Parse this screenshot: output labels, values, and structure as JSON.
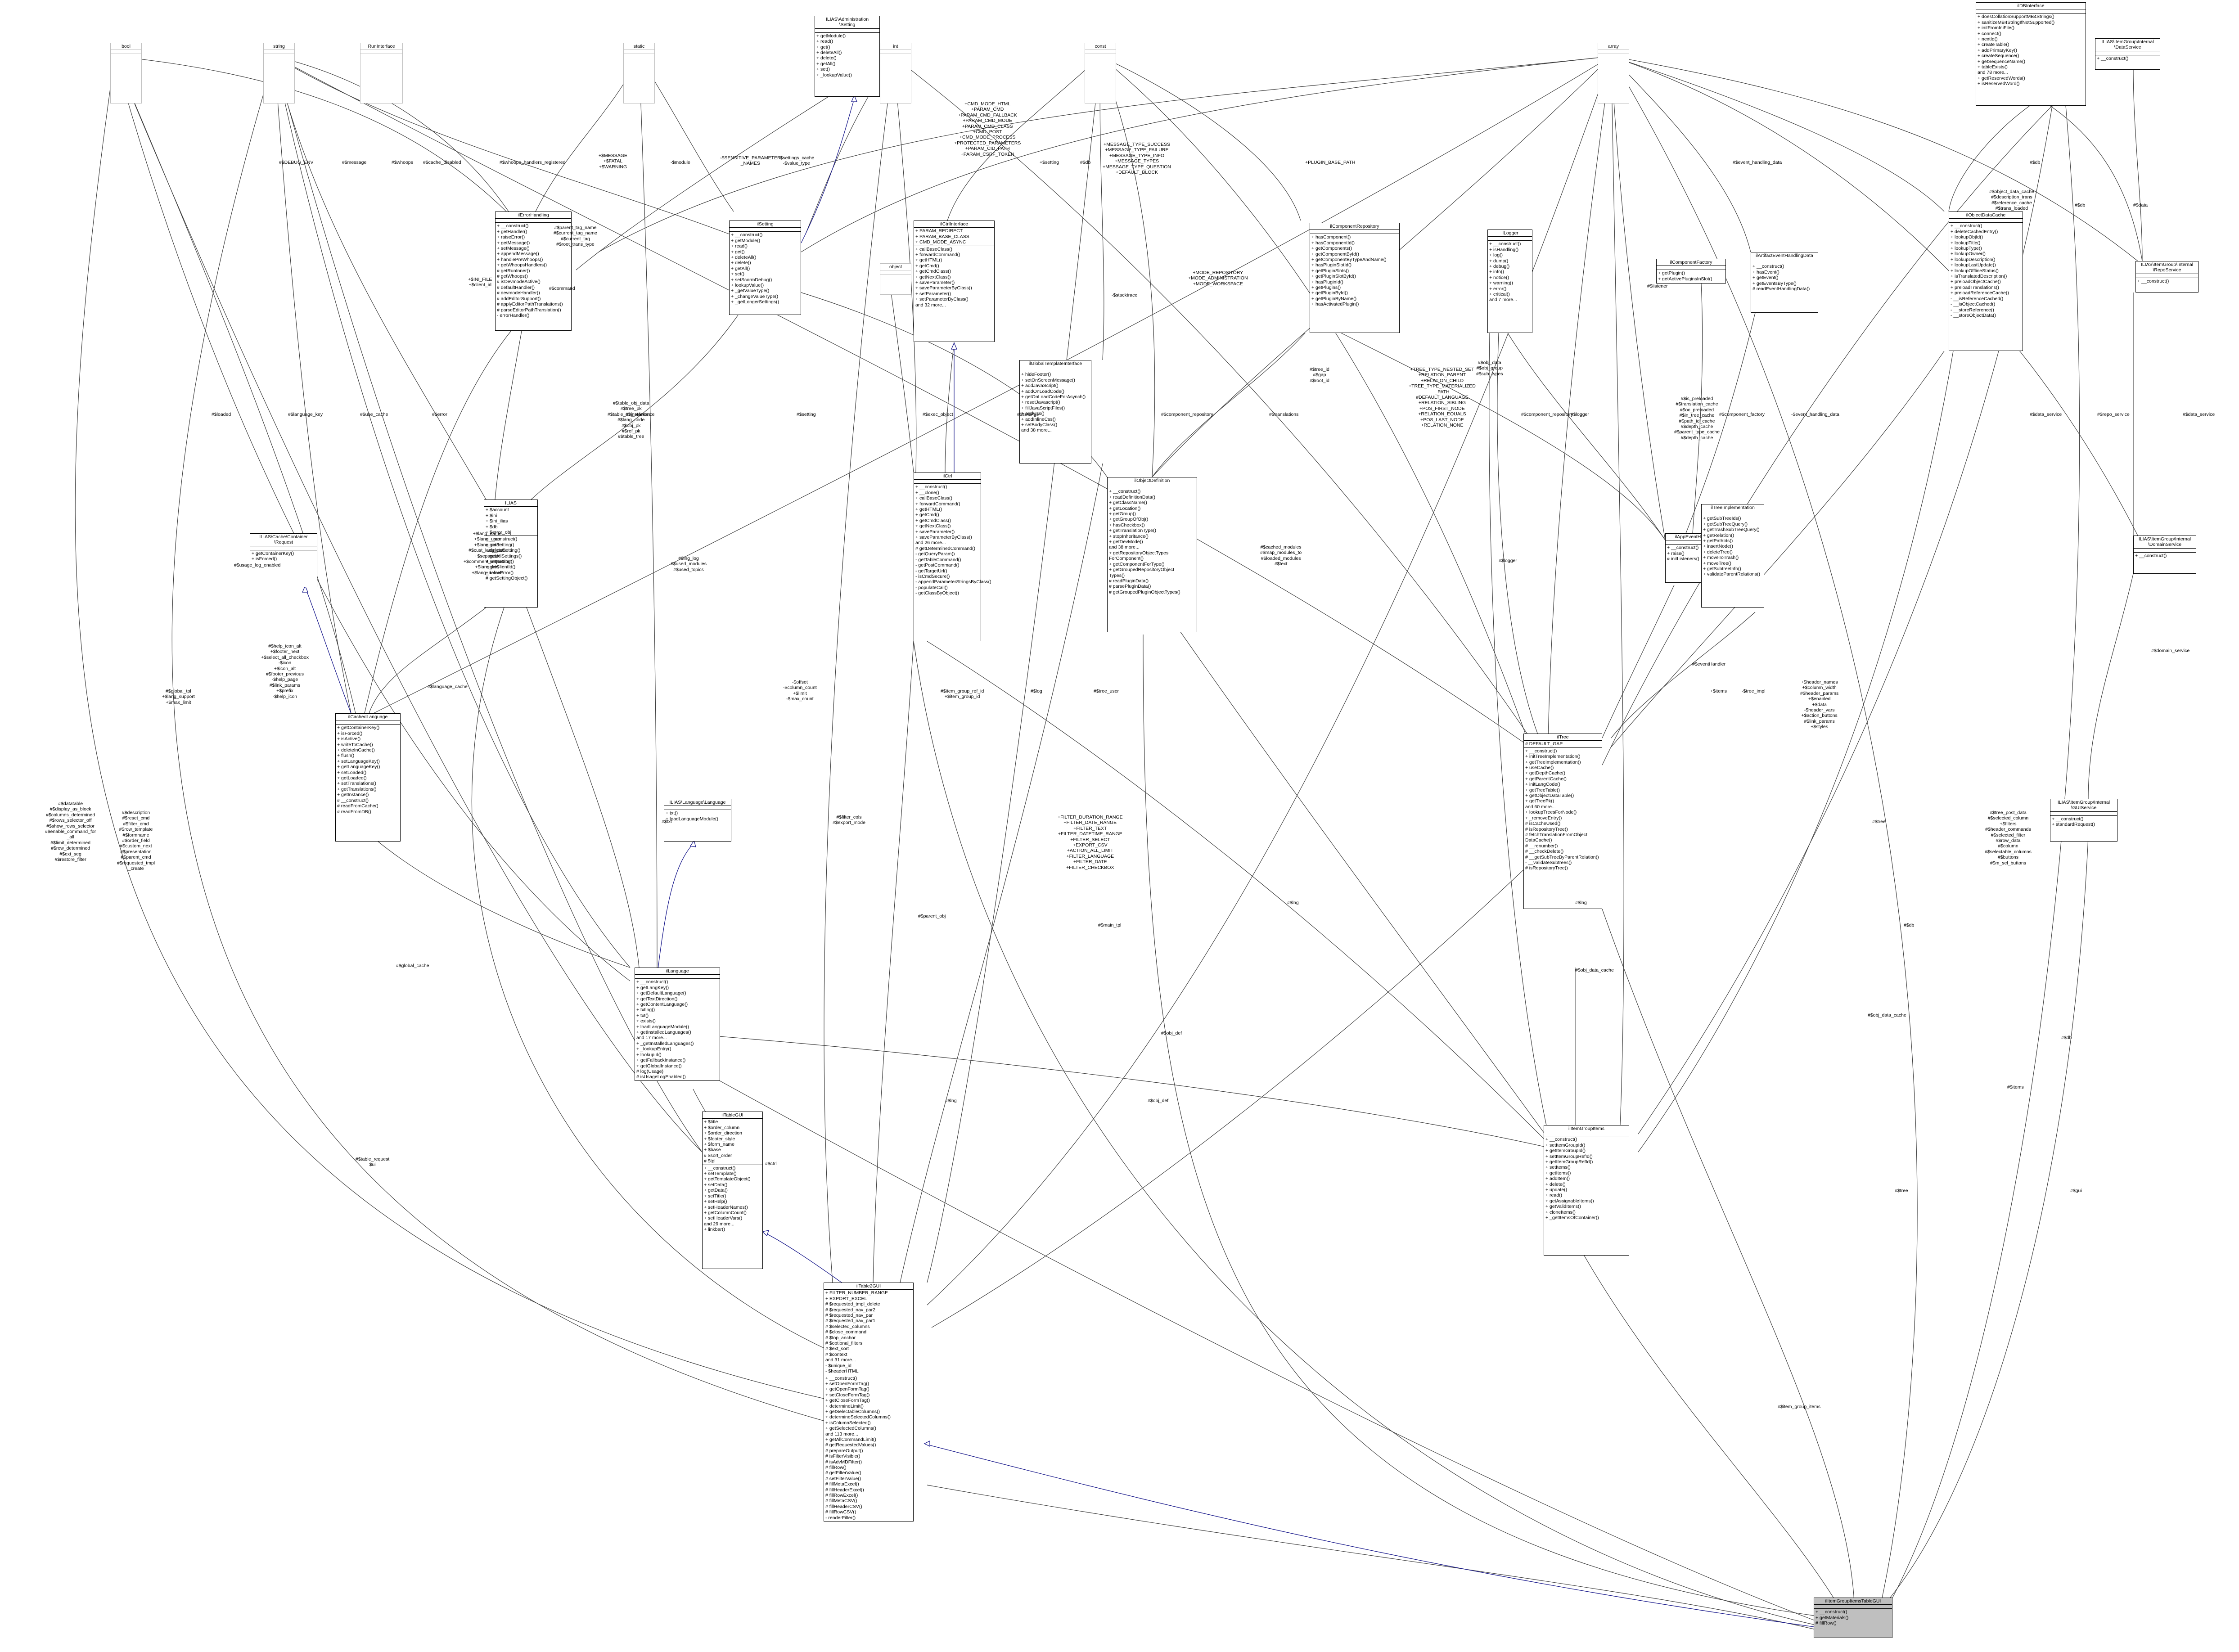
{
  "nodes": [
    {
      "id": "bool",
      "name": "bool",
      "attrs": [],
      "ops": [],
      "primitive": true
    },
    {
      "id": "string",
      "name": "string",
      "attrs": [],
      "ops": [],
      "primitive": true
    },
    {
      "id": "ilruninterface",
      "name": "RunInterface",
      "attrs": [],
      "ops": [],
      "primitive": true
    },
    {
      "id": "static",
      "name": "static",
      "attrs": [],
      "ops": [],
      "primitive": true
    },
    {
      "id": "int",
      "name": "int",
      "attrs": [],
      "ops": [],
      "primitive": true
    },
    {
      "id": "const",
      "name": "const",
      "attrs": [],
      "ops": [],
      "primitive": true
    },
    {
      "id": "array",
      "name": "array",
      "attrs": [],
      "ops": [],
      "primitive": true
    },
    {
      "id": "object",
      "name": "object",
      "attrs": [],
      "ops": [],
      "primitive": true
    },
    {
      "id": "ilias_admin_setting",
      "name": "ILIAS\\Administration\n\\Setting",
      "attrs": [],
      "ops": [
        "+ getModule()",
        "+ read()",
        "+ get()",
        "+ deleteAll()",
        "+ delete()",
        "+ getAll()",
        "+ set()",
        "+ _lookupValue()"
      ]
    },
    {
      "id": "ildbinterface",
      "name": "ilDBInterface",
      "attrs": [],
      "ops": [
        "+ doesCollationSupportMB4Strings()",
        "+ sanitizeMB4StringIfNotSupported()",
        "+ initFromIniFile()",
        "+ connect()",
        "+ nextId()",
        "+ createTable()",
        "+ addPrimaryKey()",
        "+ createSequence()",
        "+ getSequenceName()",
        "+ tableExists()",
        "and 78 more...",
        "+ getReservedWords()",
        "+ isReservedWord()"
      ]
    },
    {
      "id": "ilias_dataservice",
      "name": "ILIAS\\ItemGroup\\Internal\n\\DataService",
      "attrs": [],
      "ops": [
        "+ __construct()"
      ]
    },
    {
      "id": "ilerrorhandling",
      "name": "ilErrorHandling",
      "attrs": [],
      "ops": [
        "+ __construct()",
        "+ getHandler()",
        "+ raiseError()",
        "+ getMessage()",
        "+ setMessage()",
        "+ appendMessage()",
        "+ handlePreWhoops()",
        "+ getWhoopsHandlers()",
        "# getRunInner()",
        "# getWhoops()",
        "# isDevmodeActive()",
        "# defaultHandler()",
        "# devmodeHandler()",
        "# addEditorSupport()",
        "# applyEditorPathTranslations()",
        "# parseEditorPathTranslation()",
        "- errorHandler()"
      ]
    },
    {
      "id": "ilsetting",
      "name": "ilSetting",
      "attrs": [],
      "ops": [
        "+ __construct()",
        "+ getModule()",
        "+ read()",
        "+ get()",
        "+ deleteAll()",
        "+ delete()",
        "+ getAll()",
        "+ set()",
        "+ setScormDebug()",
        "+ lookupValue()",
        "+ _getValueType()",
        "+ _changeValueType()",
        "+ _getLongerSettings()"
      ]
    },
    {
      "id": "ilctrlinterface",
      "name": "ilCtrlInterface",
      "attrs": [
        "+ PARAM_REDIRECT",
        "+ PARAM_BASE_CLASS",
        "+ CMD_MODE_ASYNC"
      ],
      "ops": [
        "+ callBaseClass()",
        "+ forwardCommand()",
        "+ getHTML()",
        "+ getCmd()",
        "+ getCmdClass()",
        "+ getNextClass()",
        "+ saveParameter()",
        "+ saveParameterByClass()",
        "+ setParameter()",
        "+ setParameterByClass()",
        "and 32 more..."
      ]
    },
    {
      "id": "ilcomponentrepository",
      "name": "ilComponentRepository",
      "attrs": [],
      "ops": [
        "+ hasComponent()",
        "+ hasComponentId()",
        "+ getComponents()",
        "+ getComponentById()",
        "+ getComponentByTypeAndName()",
        "+ hasPluginSlotId()",
        "+ getPluginSlots()",
        "+ getPluginSlotById()",
        "+ hasPluginId()",
        "+ getPlugins()",
        "+ getPluginById()",
        "+ getPluginByName()",
        "+ hasActivatedPlugin()"
      ]
    },
    {
      "id": "illogger",
      "name": "ilLogger",
      "attrs": [],
      "ops": [
        "+ __construct()",
        "+ isHandling()",
        "+ log()",
        "+ dump()",
        "+ debug()",
        "+ info()",
        "+ notice()",
        "+ warning()",
        "+ error()",
        "+ critical()",
        "and 7 more..."
      ]
    },
    {
      "id": "ilartifacteventhandlingdata",
      "name": "ilArtifactEventHandlingData",
      "attrs": [],
      "ops": [
        "+ __construct()",
        "+ hasEvent()",
        "+ getEvent()",
        "+ getEventsByType()",
        "# readEventHandlingData()"
      ]
    },
    {
      "id": "ilcomponentfactory",
      "name": "ilComponentFactory",
      "attrs": [],
      "ops": [
        "+ getPlugin()",
        "+ getActivePluginsInSlot()"
      ]
    },
    {
      "id": "ilobjectdatacache",
      "name": "ilObjectDataCache",
      "attrs": [],
      "ops": [
        "+ __construct()",
        "+ deleteCachedEntry()",
        "+ lookupObjId()",
        "+ lookupTitle()",
        "+ lookupType()",
        "+ lookupOwner()",
        "+ lookupDescription()",
        "+ lookupLastUpdate()",
        "+ lookupOfflineStatus()",
        "+ isTranslatedDescription()",
        "+ preloadObjectCache()",
        "+ preloadTranslations()",
        "+ preloadReferenceCache()",
        "- __isReferenceCached()",
        "- __isObjectCached()",
        "- __storeReference()",
        "- __storeObjectData()"
      ]
    },
    {
      "id": "ilias_reposervice",
      "name": "ILIAS\\ItemGroup\\Internal\n\\RepoService",
      "attrs": [],
      "ops": [
        "+ __construct()"
      ]
    },
    {
      "id": "ilias_domainservice",
      "name": "ILIAS\\ItemGroup\\Internal\n\\DomainService",
      "attrs": [],
      "ops": [
        "+ __construct()"
      ]
    },
    {
      "id": "ilias_guiservice",
      "name": "ILIAS\\ItemGroup\\Internal\n\\GUIService",
      "attrs": [],
      "ops": [
        "+ __construct()",
        "+ standardRequest()"
      ]
    },
    {
      "id": "ilglobaltemplateinterface",
      "name": "ilGlobalTemplateInterface",
      "attrs": [],
      "ops": [
        "+ hideFooter()",
        "+ setOnScreenMessage()",
        "+ addJavaScript()",
        "+ addOnLoadCode()",
        "+ getOnLoadCodeForAsynch()",
        "+ resetJavascript()",
        "+ fillJavaScriptFiles()",
        "+ addCss()",
        "+ addInlineCss()",
        "+ setBodyClass()",
        "and 38 more..."
      ]
    },
    {
      "id": "ilctrl",
      "name": "ilCtrl",
      "attrs": [],
      "ops": [
        "+ __construct()",
        "+ __clone()",
        "+ callBaseClass()",
        "+ forwardCommand()",
        "+ getHTML()",
        "+ getCmd()",
        "+ getCmdClass()",
        "+ getNextClass()",
        "+ saveParameter()",
        "+ saveParameterByClass()",
        "and 26 more...",
        "# getDeterminedCommand()",
        "- getQueryParam()",
        "- getTableCommand()",
        "- getPostCommand()",
        "- getTargetUrl()",
        "- isCmdSecure()",
        "- appendParameterStringsByClass()",
        "- populateCall()",
        "- getClassByObject()"
      ]
    },
    {
      "id": "ilobjectdefinition",
      "name": "ilObjectDefinition",
      "attrs": [],
      "ops": [
        "+ __construct()",
        "+ readDefinitionData()",
        "+ getClassName()",
        "+ getLocation()",
        "+ getGroup()",
        "+ getGroupOfObj()",
        "+ hasCheckbox()",
        "+ getTranslationType()",
        "+ stopInheritance()",
        "+ getDevMode()",
        "and 38 more...",
        "+ getRepositoryObjectTypes",
        "ForComponent()",
        "+ getComponentForType()",
        "+ getGroupedRepositoryObject",
        "Types()",
        "# readPluginData()",
        "# parsePluginData()",
        "# getGroupedPluginObjectTypes()"
      ]
    },
    {
      "id": "ilias_cache_request",
      "name": "ILIAS\\Cache\\Container\n\\Request",
      "attrs": [],
      "ops": [
        "+ getContainerKey()",
        "+ isForced()"
      ]
    },
    {
      "id": "ilias",
      "name": "ILIAS",
      "attrs": [
        "+ $account",
        "+ $ini",
        "+ $ini_ilias",
        "+ $db",
        "+ $error_obj"
      ],
      "ops": [
        "+ __construct()",
        "+ getSetting()",
        "+ deleteSetting()",
        "+ getAllSettings()",
        "+ setSetting()",
        "+ getClientId()",
        "+ raiseError()",
        "# getSettingObject()"
      ]
    },
    {
      "id": "ilcachedlanguage",
      "name": "ilCachedLanguage",
      "attrs": [],
      "ops": [
        "+ getContainerKey()",
        "+ isForced()",
        "+ isActive()",
        "+ writeToCache()",
        "+ deleteInCache()",
        "+ flush()",
        "+ setLanguageKey()",
        "+ getLanguageKey()",
        "+ setLoaded()",
        "+ getLoaded()",
        "+ setTranslations()",
        "+ getTranslations()",
        "+ getInstance()",
        "# __construct()",
        "# readFromCache()",
        "# readFromDB()"
      ]
    },
    {
      "id": "ilapphandler",
      "name": "ilAppEventHandler",
      "attrs": [],
      "ops": [
        "+ __construct()",
        "+ raise()",
        "# initListeners()"
      ]
    },
    {
      "id": "iltreeimplementation",
      "name": "ilTreeImplementation",
      "attrs": [],
      "ops": [
        "+ getSubTreeIds()",
        "+ getSubTreeQuery()",
        "+ getTrashSubTreeQuery()",
        "+ getRelation()",
        "+ getPathIds()",
        "+ insertNode()",
        "+ deleteTree()",
        "+ moveToTrash()",
        "+ moveTree()",
        "+ getSubtreeInfo()",
        "+ validateParentRelations()"
      ]
    },
    {
      "id": "iltree",
      "name": "ilTree",
      "attrs": [
        "# DEFAULT_GAP"
      ],
      "ops": [
        "+ __construct()",
        "+ initTreeImplementation()",
        "+ getTreeImplementation()",
        "+ useCache()",
        "+ getDepthCache()",
        "+ getParentCache()",
        "+ initLangCode()",
        "+ getTreeTable()",
        "+ getObjectDataTable()",
        "+ getTreePk()",
        "and 60 more...",
        "+ lookupTreesForNode()",
        "+ _removeEntry()",
        "# isCacheUsed()",
        "# isRepositoryTree()",
        "# fetchTranslationFromObject",
        "DataCache()",
        "# __renumber()",
        "# __checkDelete()",
        "# __getSubTreeByParentRelation()",
        "- __validateSubtrees()",
        "# isRepositoryTree()"
      ]
    },
    {
      "id": "illanguagelanguage",
      "name": "ILIAS\\Language\\Language",
      "attrs": [],
      "ops": [
        "+ txt()",
        "+ loadLanguageModule()"
      ]
    },
    {
      "id": "illanguage",
      "name": "ilLanguage",
      "attrs": [],
      "ops": [
        "+ __construct()",
        "+ getLangKey()",
        "+ getDefaultLanguage()",
        "+ getTextDirection()",
        "+ getContentLanguage()",
        "+ txtlng()",
        "+ txt()",
        "+ exists()",
        "+ loadLanguageModule()",
        "+ getInstalledLanguages()",
        "and 17 more...",
        "+ _getInstalledLanguages()",
        "+ _lookupEntry()",
        "+ lookupId()",
        "+ getFallbackInstance()",
        "+ getGlobalInstance()",
        "# log(Usage)",
        "# isUsageLogEnabled()"
      ]
    },
    {
      "id": "iltablegui",
      "name": "ilTableGUI",
      "attrs": [
        "+ $title",
        "+ $order_column",
        "+ $order_direction",
        "+ $footer_style",
        "+ $form_name",
        "+ $base",
        "# $sort_order",
        "# $tpl"
      ],
      "ops": [
        "+ __construct()",
        "+ setTemplate()",
        "+ getTemplateObject()",
        "+ setData()",
        "+ getData()",
        "+ setTitle()",
        "+ setHelp()",
        "+ setHeaderNames()",
        "+ getColumnCount()",
        "+ setHeaderVars()",
        "and 29 more...",
        "+ linkbar()"
      ]
    },
    {
      "id": "ilitemgroupitems",
      "name": "ilItemGroupItems",
      "attrs": [],
      "ops": [
        "+ __construct()",
        "+ setItemGroupId()",
        "+ getItemGroupId()",
        "+ setItemGroupRefId()",
        "+ getItemGroupRefId()",
        "+ setItems()",
        "+ getItems()",
        "+ addItem()",
        "+ delete()",
        "+ update()",
        "+ read()",
        "+ getAssignableItems()",
        "+ getValidItems()",
        "+ cloneItems()",
        "+ _getItemsOfContainer()"
      ]
    },
    {
      "id": "iltable2gui",
      "name": "ilTable2GUI",
      "attrs": [
        "+ FILTER_NUMBER_RANGE",
        "+ EXPORT_EXCEL",
        "# $requested_tmpl_delete",
        "# $requested_nav_par2",
        "# $requested_nav_par",
        "# $requested_nav_par1",
        "# $selected_columns",
        "# $close_command",
        "# $top_anchor",
        "# $optional_filters",
        "# $ext_sort",
        "# $context",
        "and 31 more...",
        "- $unique_id",
        "- $headerHTML"
      ],
      "ops": [
        "+ __construct()",
        "+ setOpenFormTag()",
        "+ getOpenFormTag()",
        "+ setCloseFormTag()",
        "+ getCloseFormTag()",
        "+ determineLimit()",
        "+ getSelectableColumns()",
        "+ determineSelectedColumns()",
        "+ isColumnSelected()",
        "+ getSelectedColumns()",
        "and 113 more...",
        "+ getAllCommandLimit()",
        "# getRequestedValues()",
        "# prepareOutput()",
        "# isFilterVisible()",
        "# isAdvMDFilter()",
        "# fillRow()",
        "# getFilterValue()",
        "# setFilterValue()",
        "# fillMetaExcel()",
        "# fillHeaderExcel()",
        "# fillRowExcel()",
        "# fillMetaCSV()",
        "# fillHeaderCSV()",
        "# fillRowCSV()",
        "- renderFilter()"
      ]
    },
    {
      "id": "ilitemgroupitemstablegui",
      "name": "ilItemGroupItemsTableGUI",
      "attrs": [],
      "ops": [
        "+ __construct()",
        "+ getMaterials()",
        "# fillRow()"
      ],
      "highlight": true
    }
  ],
  "edge_labels": [
    "#$DEBUG_ENV",
    "#$message",
    "#$whoops",
    "#$cache_disabled",
    "#$whoops_handlers_registered",
    "+$MESSAGE\n+$FATAL\n+$WARNING",
    "-$module",
    "-$SENSITIVE_PARAMETER\n_NAMES",
    "-$settings_cache\n-$value_type",
    "+CMD_MODE_HTML\n+PARAM_CMD\n+PARAM_CMD_FALLBACK\n+PARAM_CMD_MODE\n+PARAM_CMD_CLASS\n+CMD_POST\n+CMD_MODE_PROCESS\n+PROTECTED_PARAMETERS\n+PARAM_CID_PATH\n+PARAM_CSRF_TOKEN",
    "+$setting",
    "#$db",
    "+MESSAGE_TYPE_SUCCESS\n+MESSAGE_TYPE_FAILURE\n+MESSAGE_TYPE_INFO\n+MESSAGE_TYPES\n+MESSAGE_TYPE_QUESTION\n+DEFAULT_BLOCK",
    "+PLUGIN_BASE_PATH",
    "#$event_handling_data",
    "#$object_data_cache\n#$description_trans\n#$reference_cache\n#$trans_loaded",
    "#$db",
    "#$db",
    "#$data",
    "+$INI_FILE\n+$client_id",
    "#$command",
    "#$parent_tag_name\n#$current_tag_name\n#$current_tag\n#$root_trans_type",
    "#$table_obj_data\n#$tree_pk\n#$table_obj_reference\n#$lang_code\n#$obj_pk\n#$ref_pk\n#$table_tree",
    "-$stacktrace",
    "+MODE_REPOSITORY\n+MODE_ADMINISTRATION\n+MODE_WORKSPACE",
    "#$obj_data\n#$obj_group\n#$sub_types",
    "#$listener",
    "#$loaded",
    "#$language_key",
    "#$use_cache",
    "#$error",
    "#$instances",
    "#$setting",
    "#$exec_object",
    "#$settings",
    "#$component_repository",
    "#$translations",
    "#$tree_id\n#$gap\n#$root_id",
    "+TREE_TYPE_NESTED_SET\n+RELATION_PARENT\n+RELATION_CHILD\n+TREE_TYPE_MATERIALIZED\n_PATH\n#DEFAULT_LANGUAGE\n+RELATION_SIBLING\n+POS_FIRST_NODE\n+RELATION_EQUALS\n+POS_LAST_NODE\n+RELATION_NONE",
    "#$component_repository",
    "#$logger",
    "#$is_preloaded\n#$translation_cache\n#$oc_preloaded\n#$in_tree_cache\n#$path_id_cache\n#$depth_cache\n#$parent_type_cache\n#$depth_cache",
    "#$component_factory",
    "-$event_handling_data",
    "#$data_service",
    "#$repo_service",
    "#$data_service",
    "+$lang_name\n+$lang_user\n+$lang_path\n#$cust_lang_path\n+$separator\n+$comment_separator\n+$lang_key\n+$lang_default",
    "#$usage_log_enabled",
    "#$lng_log\n#$used_modules\n#$used_topics",
    "#$cached_modules\n#$map_modules_to\n#$loaded_modules\n#$text",
    "#$logger",
    "#$eventHandler",
    "-$tree_impl",
    "#$domain_service",
    "#$help_icon_alt\n+$footer_next\n+$select_all_checkbox\n-$icon\n+$icon_alt\n#$footer_previous\n-$help_page\n#$link_params\n+$prefix\n-$help_icon",
    "#$global_tpl\n+$lang_support\n+$max_limit",
    "#$language_cache",
    "-$offset\n-$column_count\n+$limit\n-$max_count",
    "#$tree_user",
    "#$item_group_ref_id\n+$item_group_id",
    "#$log",
    "+$header_names\n+$column_width\n#$header_params\n+$enabled\n+$data\n-$header_vars\n+$action_buttons\n#$link_params\n+$styles",
    "+$items",
    "#$lng",
    "#$obj_data_cache",
    "#$db",
    "#$datatable\n#$display_as_block\n#$columns_determined\n#$rows_selector_off\n#$show_rows_selector\n#$enable_command_for\n_all\n#$limit_determined\n#$row_determined\n#$ext_seg\n#$restore_filter",
    "#$description\n#$reset_cmd\n#$filter_cmd\n#$row_template\n#$formname\n#$order_field\n#$custom_next\n#$presentation\n#$parent_cmd\n#$requested_tmpl\n_create",
    "#$global_cache",
    "#$txt",
    "#$filter_cols\n#$export_mode",
    "#$parent_obj",
    "+FILTER_DURATION_RANGE\n+FILTER_DATE_RANGE\n+FILTER_TEXT\n+FILTER_DATETIME_RANGE\n+FILTER_SELECT\n+EXPORT_CSV\n+ACTION_ALL_LIMIT\n+FILTER_LANGUAGE\n+FILTER_DATE\n+FILTER_CHECKBOX",
    "#$main_tpl",
    "#$lng",
    "#$obj_def",
    "#$lng",
    "#$obj_def",
    "#$tree",
    "#$ctrl",
    "#$tree_post_data\n#$selected_column\n+$filters\n#$header_commands\n#$selected_filter\n#$row_data\n#$column\n#$selectable_columns\n#$buttons\n#$m_sel_buttons",
    "#$items",
    "#$db",
    "#$obj_data_cache",
    "#$table_request\n$ui",
    "#$item_group_items",
    "#$gui",
    "#$tree"
  ]
}
